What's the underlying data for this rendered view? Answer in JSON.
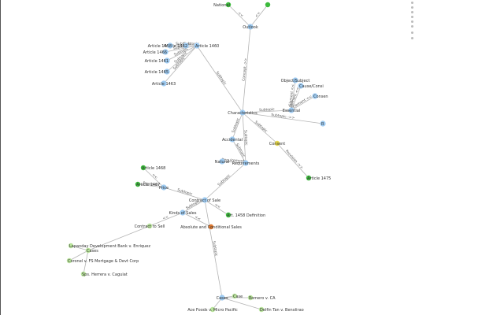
{
  "colors": {
    "concept": "#9ecbf2",
    "article": "#3cba3c",
    "case": "#b8e39b",
    "consent": "#e6d84a",
    "absolute": "#e07b32",
    "edge": "#b5b5b5",
    "label": "#333333"
  },
  "nodes": [
    {
      "id": "national",
      "label": "National",
      "type": "article"
    },
    {
      "id": "top_green",
      "label": "",
      "type": "article"
    },
    {
      "id": "outlook",
      "label": "Outlook",
      "type": "concept"
    },
    {
      "id": "a1462",
      "label": "Article 1462",
      "type": "concept"
    },
    {
      "id": "a1460",
      "label": "Article 1460",
      "type": "concept"
    },
    {
      "id": "a1458",
      "label": "Article 1458",
      "type": "concept"
    },
    {
      "id": "a1466",
      "label": "Article 1466",
      "type": "concept"
    },
    {
      "id": "a1461",
      "label": "Article 1461",
      "type": "concept"
    },
    {
      "id": "a1465",
      "label": "Article 1465",
      "type": "concept"
    },
    {
      "id": "a1463",
      "label": "Article 1463",
      "type": "concept"
    },
    {
      "id": "object",
      "label": "Object/Subject",
      "type": "concept"
    },
    {
      "id": "cause",
      "label": "Cause/Consi",
      "type": "concept"
    },
    {
      "id": "essential",
      "label": "Essential",
      "type": "concept"
    },
    {
      "id": "consent2",
      "label": "Consen",
      "type": "concept"
    },
    {
      "id": "characteristics",
      "label": "Characteristics",
      "type": "concept"
    },
    {
      "id": "right_edge",
      "label": "R",
      "type": "concept"
    },
    {
      "id": "accidental",
      "label": "Accidental",
      "type": "concept"
    },
    {
      "id": "consent",
      "label": "Consent",
      "type": "consent"
    },
    {
      "id": "natural",
      "label": "Natural",
      "type": "concept"
    },
    {
      "id": "requirements",
      "label": "Requirements",
      "type": "concept"
    },
    {
      "id": "a1475",
      "label": "Article 1475",
      "type": "article"
    },
    {
      "id": "a1468",
      "label": "Article 1468",
      "type": "article"
    },
    {
      "id": "a1467",
      "label": "Article 1467",
      "type": "article"
    },
    {
      "id": "price",
      "label": "Price",
      "type": "concept"
    },
    {
      "id": "contract_of_sale",
      "label": "Contract of Sale",
      "type": "concept"
    },
    {
      "id": "kinds",
      "label": "Kinds of Sales",
      "type": "concept"
    },
    {
      "id": "a1458def",
      "label": "Art. 1458 Definition",
      "type": "article"
    },
    {
      "id": "contract_to_sell",
      "label": "Contract to Sell",
      "type": "case"
    },
    {
      "id": "absolute",
      "label": "Absolute and Conditional Sales",
      "type": "absolute"
    },
    {
      "id": "lapanday",
      "label": "Lapanday Development Bank v. Enriquez",
      "type": "case"
    },
    {
      "id": "cases2",
      "label": "Cases",
      "type": "case"
    },
    {
      "id": "coronel",
      "label": "Coronel v. FS Mortgage & Devt Corp",
      "type": "case"
    },
    {
      "id": "spsherrera",
      "label": "Sps. Herrera v. Caguiat",
      "type": "case"
    },
    {
      "id": "cases",
      "label": "Cases",
      "type": "concept"
    },
    {
      "id": "case_top",
      "label": "Case",
      "type": "case"
    },
    {
      "id": "romero",
      "label": "Romero v. CA",
      "type": "case"
    },
    {
      "id": "acepoliquit",
      "label": "Ace Foods v. Micro Pacific",
      "type": "case"
    },
    {
      "id": "dtan",
      "label": "Delfin Tan v. Benolirao",
      "type": "case"
    }
  ],
  "edges": [
    {
      "from": "outlook",
      "to": "national",
      "label": "<<"
    },
    {
      "from": "outlook",
      "to": "top_green",
      "label": "<<"
    },
    {
      "from": "characteristics",
      "to": "outlook",
      "label": "Concept ->>"
    },
    {
      "from": "a1460",
      "to": "a1462",
      "label": "Subtopic"
    },
    {
      "from": "a1460",
      "to": "a1458",
      "label": "Subtopic"
    },
    {
      "from": "a1460",
      "to": "a1466",
      "label": "Subtopic"
    },
    {
      "from": "a1460",
      "to": "a1461",
      "label": "Subtopic"
    },
    {
      "from": "a1460",
      "to": "a1465",
      "label": "Subtopic"
    },
    {
      "from": "a1460",
      "to": "a1463",
      "label": "Subtopic"
    },
    {
      "from": "characteristics",
      "to": "a1460",
      "label": "Subtopic"
    },
    {
      "from": "essential",
      "to": "object",
      "label": "Element <<"
    },
    {
      "from": "essential",
      "to": "cause",
      "label": "Element <<"
    },
    {
      "from": "essential",
      "to": "consent2",
      "label": "Element <<"
    },
    {
      "from": "characteristics",
      "to": "essential",
      "label": "Subtopic"
    },
    {
      "from": "characteristics",
      "to": "right_edge",
      "label": "Subtopic ->>"
    },
    {
      "from": "characteristics",
      "to": "accidental",
      "label": "Subtopic"
    },
    {
      "from": "characteristics",
      "to": "consent",
      "label": "Subtopic"
    },
    {
      "from": "accidental",
      "to": "requirements",
      "label": "Subtopic"
    },
    {
      "from": "natural",
      "to": "requirements",
      "label": "Requirements"
    },
    {
      "from": "characteristics",
      "to": "requirements",
      "label": "Subtopic"
    },
    {
      "from": "consent",
      "to": "a1475",
      "label": "Provision ->>"
    },
    {
      "from": "requirements",
      "to": "contract_of_sale",
      "label": "Subtopic"
    },
    {
      "from": "price",
      "to": "a1468",
      "label": "<<"
    },
    {
      "from": "price",
      "to": "a1467",
      "label": "Provision"
    },
    {
      "from": "contract_of_sale",
      "to": "price",
      "label": "Subtopic"
    },
    {
      "from": "contract_of_sale",
      "to": "kinds",
      "label": "Subtopic"
    },
    {
      "from": "contract_of_sale",
      "to": "a1458def",
      "label": "<<"
    },
    {
      "from": "kinds",
      "to": "contract_to_sell",
      "label": "<<"
    },
    {
      "from": "kinds",
      "to": "absolute",
      "label": "<<"
    },
    {
      "from": "contract_to_sell",
      "to": "cases2",
      "label": ""
    },
    {
      "from": "cases2",
      "to": "lapanday",
      "label": ""
    },
    {
      "from": "cases2",
      "to": "coronel",
      "label": ""
    },
    {
      "from": "cases2",
      "to": "spsherrera",
      "label": ""
    },
    {
      "from": "contract_of_sale",
      "to": "cases",
      "label": "Subtopic"
    },
    {
      "from": "cases",
      "to": "case_top",
      "label": ""
    },
    {
      "from": "cases",
      "to": "romero",
      "label": ""
    },
    {
      "from": "cases",
      "to": "acepoliquit",
      "label": ""
    },
    {
      "from": "cases",
      "to": "dtan",
      "label": ""
    }
  ]
}
